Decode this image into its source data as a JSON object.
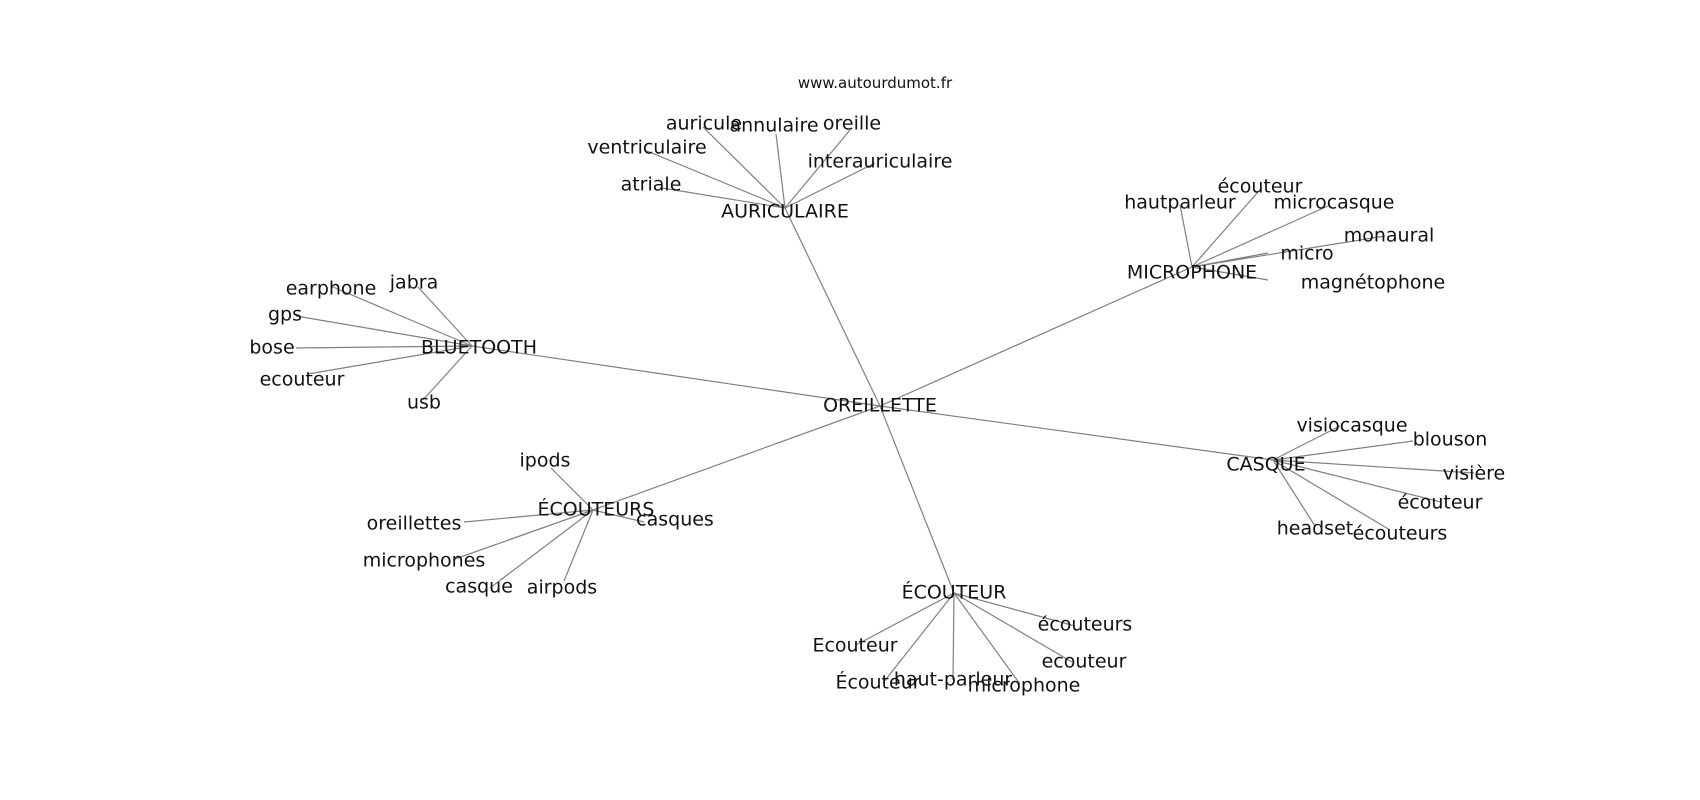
{
  "source": "www.autourdumot.fr",
  "center": "OREILLETTE",
  "groups": [
    {
      "hub": "AURICULAIRE",
      "words": [
        "auricule",
        "annulaire",
        "oreille",
        "ventriculaire",
        "interauriculaire",
        "atriale"
      ]
    },
    {
      "hub": "MICROPHONE",
      "words": [
        "écouteur",
        "hautparleur",
        "microcasque",
        "monaural",
        "micro",
        "magnétophone"
      ]
    },
    {
      "hub": "BLUETOOTH",
      "words": [
        "jabra",
        "earphone",
        "gps",
        "bose",
        "ecouteur",
        "usb"
      ]
    },
    {
      "hub": "CASQUE",
      "words": [
        "visiocasque",
        "blouson",
        "visière",
        "écouteur",
        "headset",
        "écouteurs"
      ]
    },
    {
      "hub": "ÉCOUTEURS",
      "words": [
        "ipods",
        "oreillettes",
        "casques",
        "microphones",
        "casque",
        "airpods"
      ]
    },
    {
      "hub": "ÉCOUTEUR",
      "words": [
        "écouteurs",
        "Ecouteur",
        "ecouteur",
        "haut-parleur",
        "Écouteur",
        "microphone"
      ]
    }
  ]
}
